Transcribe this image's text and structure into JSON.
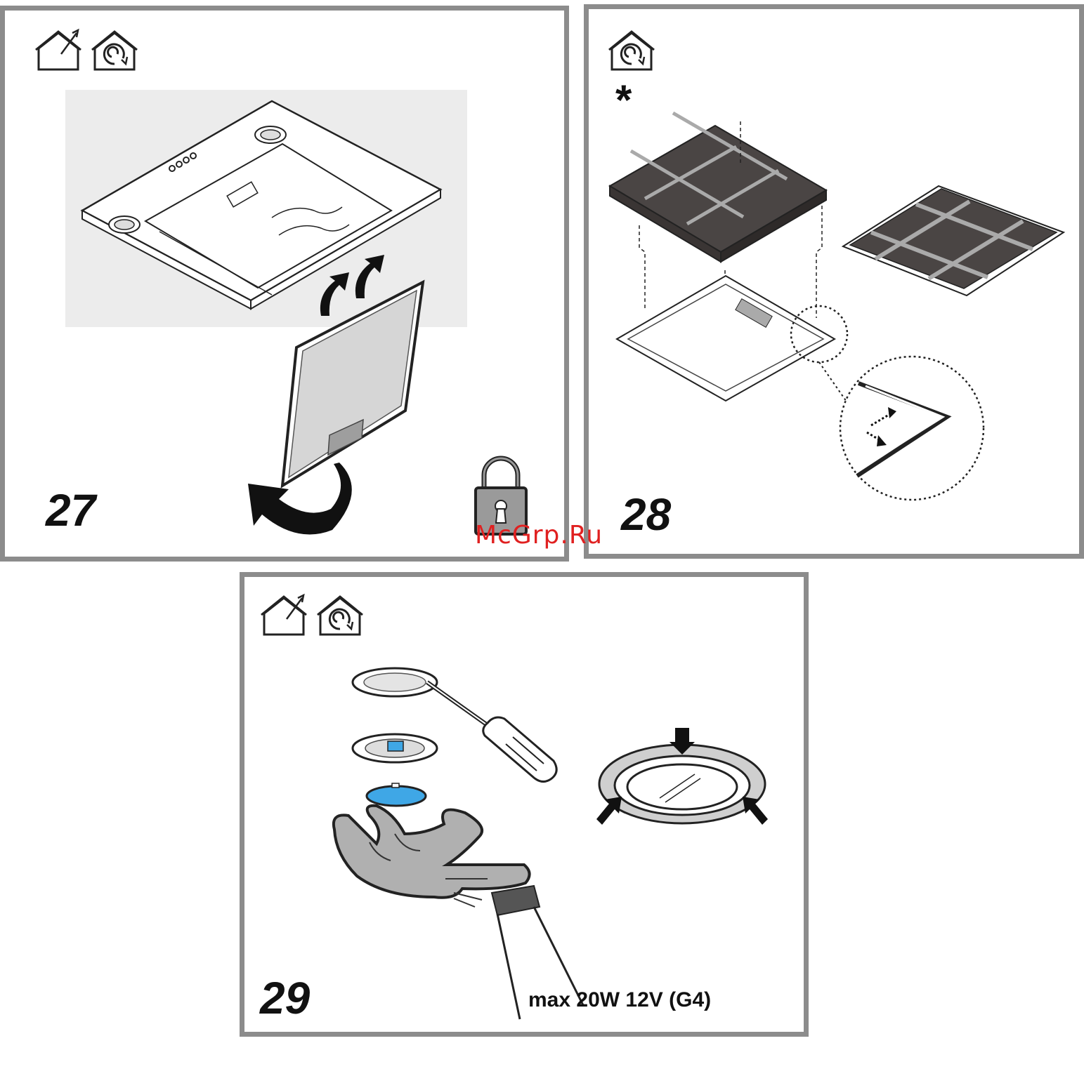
{
  "panels": [
    {
      "number": "27"
    },
    {
      "number": "28",
      "note_marker": "*"
    },
    {
      "number": "29",
      "spec_text": "max 20W 12V (G4)"
    }
  ],
  "watermark": "McGrp.Ru",
  "icons": {
    "exhaust_mode": "house-with-outlet-arrow-icon",
    "recirculation_mode": "house-with-swirl-icon",
    "lock": "padlock-icon"
  },
  "colors": {
    "panel_border": "#8c8c8c",
    "carbon_filter": "#4a4544",
    "lamp_glass": "#3fa7e6",
    "glove": "#b0b0b0",
    "watermark": "#e02020"
  }
}
